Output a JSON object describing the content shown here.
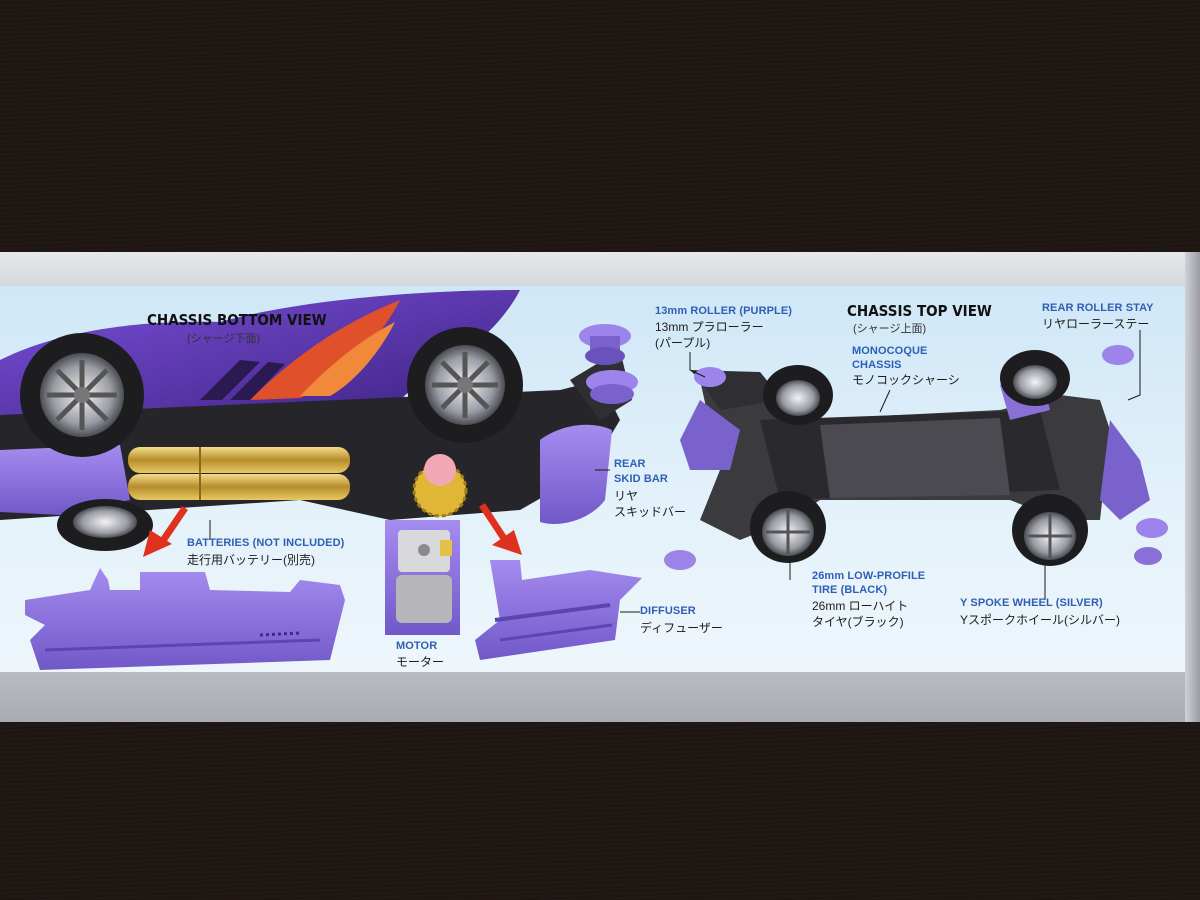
{
  "scene": {
    "bottom_view": {
      "title": "CHASSIS BOTTOM VIEW",
      "subtitle": "(シャージ下面)"
    },
    "top_view": {
      "title": "CHASSIS TOP VIEW",
      "subtitle": "(シャージ上面)"
    },
    "labels": {
      "roller": {
        "en": "13mm ROLLER (PURPLE)",
        "jp1": "13mm プラローラー",
        "jp2": "(パープル)"
      },
      "monocoque": {
        "en1": "MONOCOQUE",
        "en2": "CHASSIS",
        "jp": "モノコックシャーシ"
      },
      "rear_roller_stay": {
        "en": "REAR ROLLER STAY",
        "jp": "リヤローラーステー"
      },
      "rear_skid_bar": {
        "en1": "REAR",
        "en2": "SKID BAR",
        "jp1": "リヤ",
        "jp2": "スキッドバー"
      },
      "batteries": {
        "en": "BATTERIES (NOT INCLUDED)",
        "jp": "走行用バッテリー(別売)"
      },
      "motor": {
        "en": "MOTOR",
        "jp": "モーター"
      },
      "diffuser": {
        "en": "DIFFUSER",
        "jp": "ディフューザー"
      },
      "tire": {
        "en1": "26mm LOW-PROFILE",
        "en2": "TIRE (BLACK)",
        "jp1": "26mm ローハイト",
        "jp2": "タイヤ(ブラック)"
      },
      "wheel": {
        "en": "Y SPOKE WHEEL (SILVER)",
        "jp": "Yスポークホイール(シルバー)"
      }
    },
    "colors": {
      "purple": "#8a6fd6",
      "purple_dark": "#5a3fa8",
      "body_purple": "#6b3fc4",
      "chassis_black": "#2a2a2e",
      "gold": "#c9a640",
      "arrow_red": "#e0311f",
      "label_blue": "#2f5fb5",
      "panel_blue": "#cfe7f7"
    }
  }
}
